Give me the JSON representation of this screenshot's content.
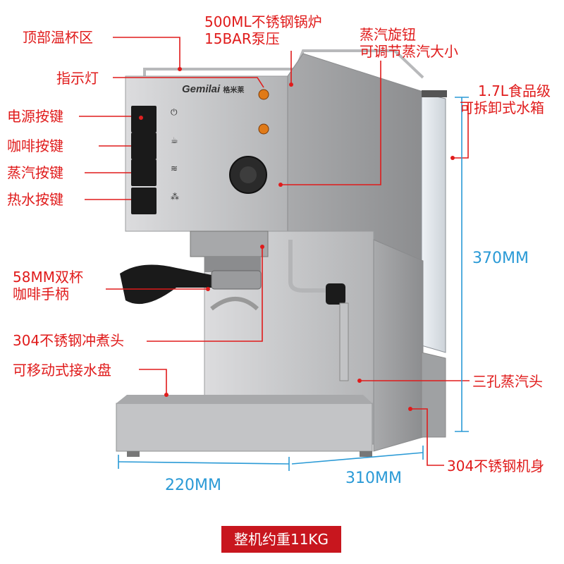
{
  "brand": "Gemilai",
  "brand_cn": "格米莱",
  "labels": {
    "top_cup_warmer": "顶部温杯区",
    "indicator": "指示灯",
    "power_key": "电源按键",
    "coffee_key": "咖啡按键",
    "steam_key": "蒸汽按键",
    "hot_water_key": "热水按键",
    "portafilter_1": "58MM双杯",
    "portafilter_2": "咖啡手柄",
    "brew_head": "304不锈钢冲煮头",
    "drip_tray": "可移动式接水盘",
    "boiler_1": "500ML不锈钢锅炉",
    "boiler_2": "15BAR泵压",
    "steam_knob_1": "蒸汽旋钮",
    "steam_knob_2": "可调节蒸汽大小",
    "tank_1": "1.7L食品级",
    "tank_2": "可拆卸式水箱",
    "steam_wand": "三孔蒸汽头",
    "body": "304不锈钢机身"
  },
  "dimensions": {
    "height": "370MM",
    "width": "220MM",
    "depth": "310MM"
  },
  "weight_badge": "整机约重11KG",
  "colors": {
    "label_red": "#e01b1b",
    "dim_blue": "#2a9ad6",
    "badge_red": "#c8161e",
    "steel": "#c9cacc"
  }
}
